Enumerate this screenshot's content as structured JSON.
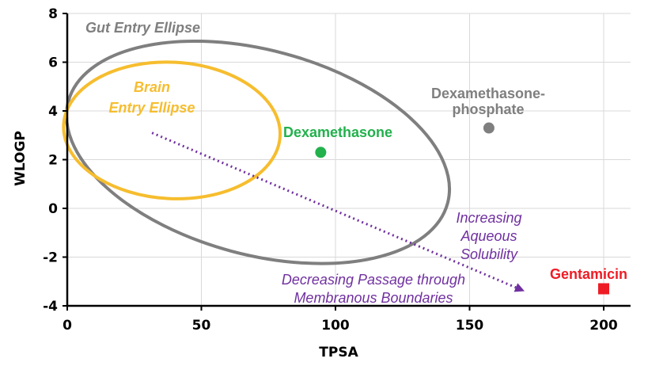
{
  "chart_data": {
    "type": "scatter",
    "title": "",
    "xlabel": "TPSA",
    "ylabel": "WLOGP",
    "xlim": [
      0,
      210
    ],
    "ylim": [
      -4,
      8
    ],
    "xticks": [
      0,
      50,
      100,
      150,
      200
    ],
    "yticks": [
      -4,
      -2,
      0,
      2,
      4,
      6,
      8
    ],
    "grid": true,
    "points": [
      {
        "name": "Dexamethasone",
        "x": 94.5,
        "y": 2.3,
        "marker": "circle",
        "color": "#22b14c"
      },
      {
        "name": "Dexamethasone-phosphate",
        "label_lines": [
          "Dexamethasone-",
          "phosphate"
        ],
        "x": 157.2,
        "y": 3.3,
        "marker": "circle",
        "color": "#7f7f7f"
      },
      {
        "name": "Gentamicin",
        "x": 200,
        "y": -3.3,
        "marker": "square",
        "color": "#ee1c25"
      }
    ],
    "ellipses": [
      {
        "name": "Gut Entry Ellipse",
        "label_lines": [
          "Gut Entry Ellipse"
        ],
        "cx": 71.1,
        "cy": 2.3,
        "rx_tpsa": 73.2,
        "ry_wlogp": 4.2,
        "rotation_deg": 15,
        "color": "#7f7f7f"
      },
      {
        "name": "Brain Entry Ellipse",
        "label_lines": [
          "Brain",
          "Entry Ellipse"
        ],
        "cx": 39,
        "cy": 3.2,
        "rx_tpsa": 40.4,
        "ry_wlogp": 2.8,
        "rotation_deg": 3,
        "color": "#f6bd2e"
      }
    ],
    "arrow": {
      "from": [
        31.6,
        3.1
      ],
      "to": [
        170.5,
        -3.4
      ],
      "style": "dotted",
      "color": "#7030a0"
    },
    "annotations": {
      "solubility": [
        "Increasing",
        "Aqueous",
        "Solubility"
      ],
      "passage": [
        "Decreasing Passage through",
        "Membranous Boundaries"
      ]
    }
  }
}
